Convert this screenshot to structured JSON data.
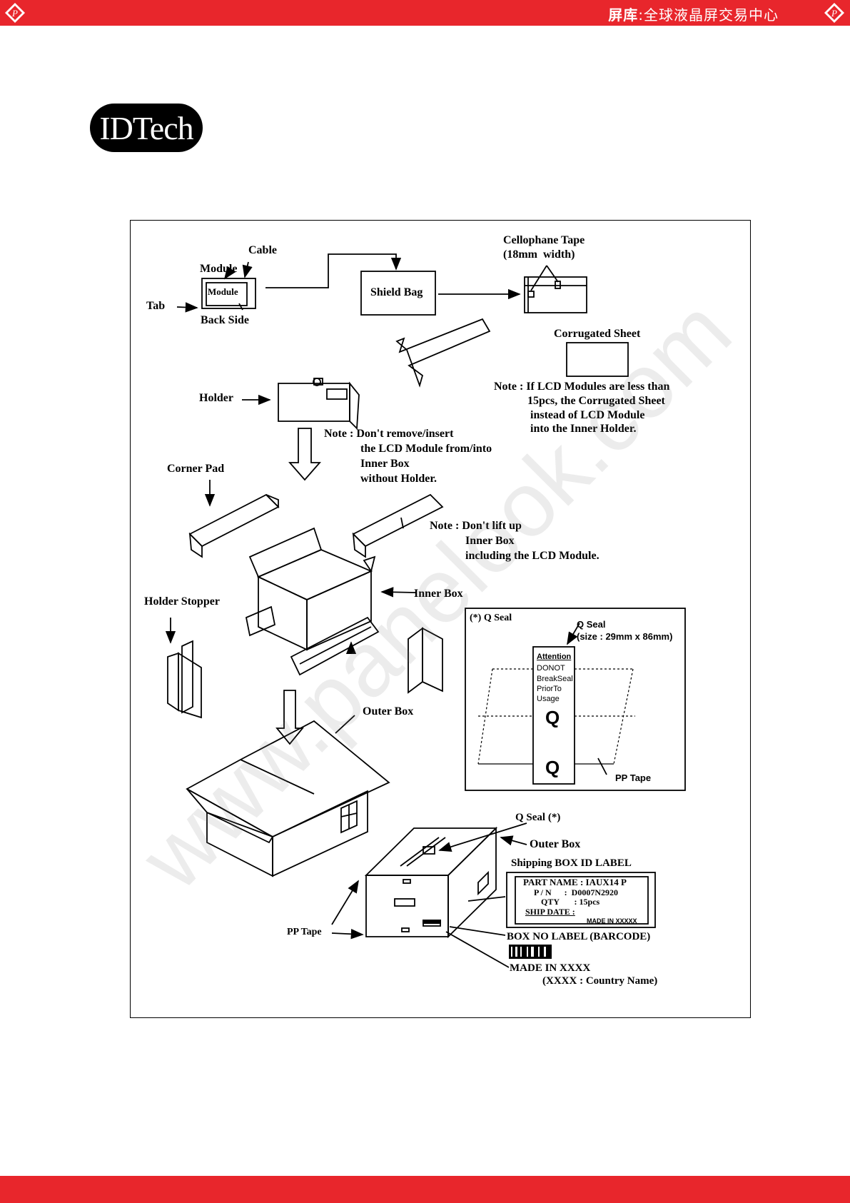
{
  "header": {
    "brand_main": "屏库",
    "brand_sub": ":全球液晶屏交易中心",
    "corner_icon": "p-logo-icon",
    "bar_color": "#e8262c"
  },
  "logo": {
    "text": "IDTech"
  },
  "watermark": {
    "text": "www.panelook.com"
  },
  "diagram": {
    "cable": "Cable",
    "module_outer": "Module",
    "module_inner": "Module",
    "tab": "Tab",
    "back_side": "Back Side",
    "shield_bag": "Shield Bag",
    "cellophane_1": "Cellophane Tape",
    "cellophane_2": "(18mm  width)",
    "corrugated_sheet": "Corrugated Sheet",
    "note_corr_1": "Note : If LCD Modules are less than",
    "note_corr_2": "15pcs, the Corrugated Sheet",
    "note_corr_3": "instead of LCD Module",
    "note_corr_4": "into the Inner Holder.",
    "holder": "Holder",
    "note_holder_1": "Note : Don't remove/insert",
    "note_holder_2": "the LCD Module from/into",
    "note_holder_3": "Inner Box",
    "note_holder_4": "without Holder.",
    "corner_pad": "Corner Pad",
    "note_lift_1": "Note : Don't lift up",
    "note_lift_2": "Inner Box",
    "note_lift_3": "including the LCD Module.",
    "inner_box": "Inner Box",
    "holder_stopper": "Holder Stopper",
    "outer_box": "Outer Box",
    "qseal_box_title": "(*) Q Seal",
    "qseal_label": "Q Seal",
    "qseal_size": "(size : 29mm x 86mm)",
    "qseal_attention": "Attention",
    "qseal_line1": "DONOT",
    "qseal_line2": "BreakSeal",
    "qseal_line3": "PriorTo",
    "qseal_line4": "Usage",
    "qseal_q1": "Q",
    "qseal_q2": "Q",
    "pp_tape_inset": "PP Tape",
    "qseal_star": "Q Seal (*)",
    "outer_box_2": "Outer Box",
    "shipping_label_title": "Shipping BOX ID LABEL",
    "ship_part_name": "PART NAME : IAUX14 P",
    "ship_pn": "P / N      :  D0007N2920",
    "ship_qty": "QTY       : 15pcs",
    "ship_date": "SHIP DATE :",
    "ship_made": "MADE IN XXXXX",
    "pp_tape": "PP Tape",
    "box_no_label": "BOX NO LABEL (BARCODE)",
    "made_in": "MADE IN XXXX",
    "country": "(XXXX : Country Name)"
  }
}
